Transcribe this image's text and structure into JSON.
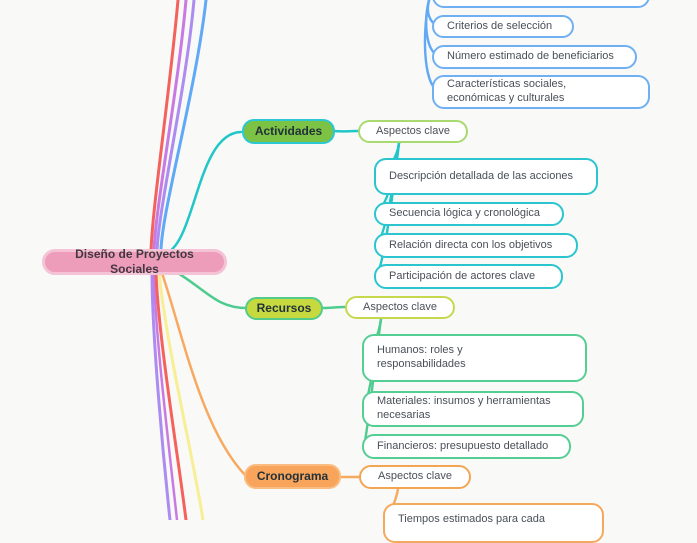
{
  "app": {
    "view": "mind-map-canvas"
  },
  "palette": {
    "background": "#f9f9f7",
    "ribbon_red": "#f4625d",
    "ribbon_orchid": "#c97ae2",
    "ribbon_violet": "#ab8cf0",
    "ribbon_blue": "#5fa9f7",
    "ribbon_teal": "#21c6c9",
    "ribbon_green": "#4ecb8f",
    "ribbon_yellow": "#f7ee95",
    "ribbon_orange": "#f8a960",
    "central_fill": "#ed9dba",
    "actividades_fill": "#7bc245",
    "recursos_fill": "#c6da3f",
    "cronograma_fill": "#f8a45b"
  },
  "central": {
    "label": "Diseño de Proyectos Sociales"
  },
  "branches": {
    "top_blue": {
      "children": [
        {
          "label": ""
        },
        {
          "label": "Criterios de selección"
        },
        {
          "label": "Número estimado de beneficiarios"
        },
        {
          "label": "Características sociales, económicas y culturales"
        }
      ]
    },
    "actividades": {
      "label": "Actividades",
      "aspectos_label": "Aspectos clave",
      "children": [
        {
          "label": "Descripción detallada de las acciones"
        },
        {
          "label": "Secuencia lógica y cronológica"
        },
        {
          "label": "Relación directa con los objetivos"
        },
        {
          "label": "Participación de actores clave"
        }
      ]
    },
    "recursos": {
      "label": "Recursos",
      "aspectos_label": "Aspectos clave",
      "children": [
        {
          "label": "Humanos: roles y responsabilidades"
        },
        {
          "label": "Materiales: insumos y herramientas necesarias"
        },
        {
          "label": "Financieros: presupuesto detallado"
        }
      ]
    },
    "cronograma": {
      "label": "Cronograma",
      "aspectos_label": "Aspectos clave",
      "children": [
        {
          "label": "Tiempos estimados para cada"
        }
      ]
    }
  }
}
